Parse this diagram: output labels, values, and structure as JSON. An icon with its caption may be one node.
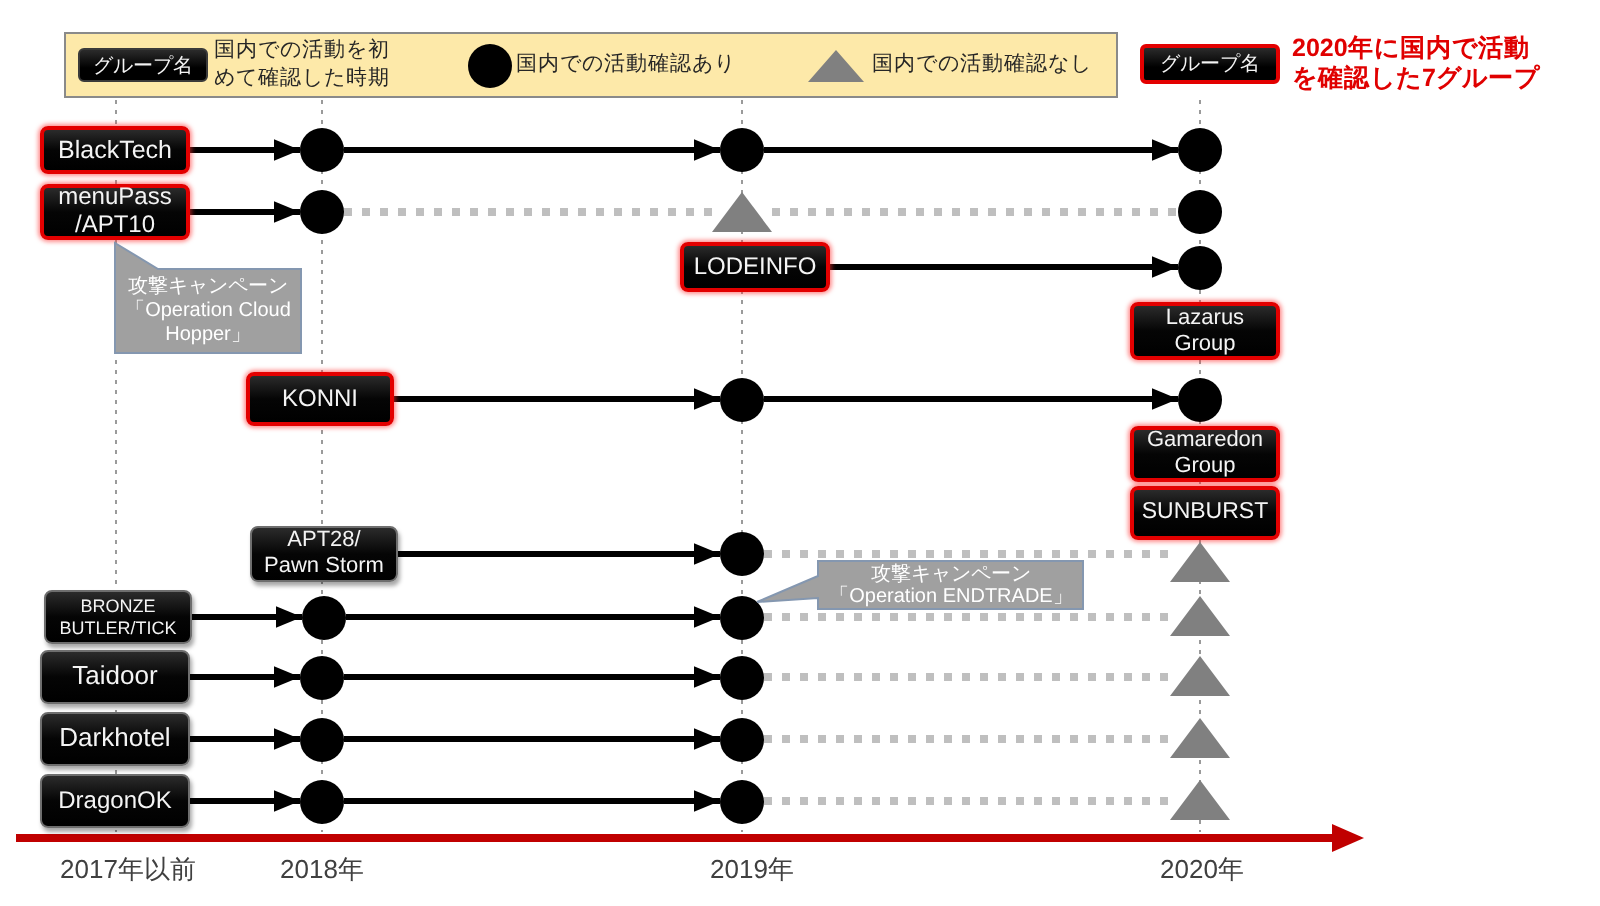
{
  "diagram": {
    "nodes": [
      {
        "text": [
          "BlackTech"
        ]
      },
      {
        "text": [],
        "shape": "circle"
      },
      {
        "text": [],
        "shape": "circle"
      },
      {
        "text": [],
        "shape": "circle"
      },
      {
        "text": [
          "menuPass /APT10"
        ]
      },
      {
        "text": [],
        "shape": "circle"
      },
      {
        "text": [],
        "shape": "triangle"
      },
      {
        "text": [],
        "shape": "circle"
      },
      {
        "text": [
          "攻撃キャンペーン「Operation Cloud Hopper」"
        ]
      },
      {
        "text": [
          "LODEINFO"
        ]
      },
      {
        "text": [],
        "shape": "circle"
      },
      {
        "text": [
          "Lazarus Group"
        ]
      },
      {
        "text": [
          "KONNI"
        ]
      },
      {
        "text": [],
        "shape": "circle"
      },
      {
        "text": [],
        "shape": "circle"
      },
      {
        "text": [
          "Gamaredon Group"
        ]
      },
      {
        "text": [
          "SUNBURST"
        ]
      },
      {
        "text": [
          "APT28/ Pawn Storm"
        ]
      },
      {
        "text": [],
        "shape": "circle"
      },
      {
        "text": [],
        "shape": "triangle"
      },
      {
        "text": [
          "BRONZE BUTLER/TICK"
        ]
      },
      {
        "text": [],
        "shape": "circle"
      },
      {
        "text": [],
        "shape": "circle"
      },
      {
        "text": [
          "攻撃キャンペーン「Operation ENDTRADE」"
        ]
      },
      {
        "text": [],
        "shape": "triangle"
      },
      {
        "text": [
          "Taidoor"
        ]
      },
      {
        "text": [],
        "shape": "circle"
      },
      {
        "text": [],
        "shape": "circle"
      },
      {
        "text": [],
        "shape": "triangle"
      },
      {
        "text": [
          "Darkhotel"
        ]
      },
      {
        "text": [],
        "shape": "circle"
      },
      {
        "text": [],
        "shape": "circle"
      },
      {
        "text": [],
        "shape": "triangle"
      },
      {
        "text": [
          "DragonOK"
        ]
      },
      {
        "text": [],
        "shape": "circle"
      },
      {
        "text": [],
        "shape": "circle"
      },
      {
        "text": [],
        "shape": "triangle"
      }
    ],
    "edges": [
      {
        "from": 0,
        "to": 1,
        "arrow": "to"
      },
      {
        "from": 1,
        "to": 2,
        "arrow": "to"
      },
      {
        "from": 2,
        "to": 3,
        "arrow": "to"
      },
      {
        "from": 4,
        "to": 5,
        "arrow": "to"
      },
      {
        "from": 5,
        "to": 6,
        "arrow": "none",
        "style": "dashed",
        "color": "#bfbfbf"
      },
      {
        "from": 6,
        "to": 7,
        "arrow": "none",
        "style": "dashed",
        "color": "#bfbfbf"
      },
      {
        "from": 9,
        "to": 10,
        "arrow": "to"
      },
      {
        "from": 12,
        "to": 13,
        "arrow": "to"
      },
      {
        "from": 13,
        "to": 14,
        "arrow": "to"
      },
      {
        "from": 17,
        "to": 18,
        "arrow": "to"
      },
      {
        "from": 18,
        "to": 19,
        "arrow": "none",
        "style": "dashed",
        "color": "#bfbfbf"
      },
      {
        "from": 20,
        "to": 21,
        "arrow": "to"
      },
      {
        "from": 21,
        "to": 22,
        "arrow": "to"
      },
      {
        "from": 22,
        "to": 24,
        "arrow": "none",
        "style": "dashed",
        "color": "#bfbfbf"
      },
      {
        "from": 25,
        "to": 26,
        "arrow": "to"
      },
      {
        "from": 26,
        "to": 27,
        "arrow": "to"
      },
      {
        "from": 27,
        "to": 28,
        "arrow": "none",
        "style": "dashed",
        "color": "#bfbfbf"
      },
      {
        "from": 29,
        "to": 30,
        "arrow": "to"
      },
      {
        "from": 30,
        "to": 31,
        "arrow": "to"
      },
      {
        "from": 31,
        "to": 32,
        "arrow": "none",
        "style": "dashed",
        "color": "#bfbfbf"
      },
      {
        "from": 33,
        "to": 34,
        "arrow": "to"
      },
      {
        "from": 34,
        "to": 35,
        "arrow": "to"
      },
      {
        "from": 35,
        "to": 36,
        "arrow": "none",
        "style": "dashed",
        "color": "#bfbfbf"
      }
    ],
    "labels": [
      "グループ名",
      "グループ名",
      "2017年以前",
      "2018年",
      "2019年",
      "2020年"
    ],
    "legend": [
      {
        "text": "国内での活動を初めて確認した時期"
      },
      {
        "text": "国内での活動確認あり"
      },
      {
        "text": "国内での活動確認なし"
      },
      {
        "text": "2020年に国内で活動を確認した7グループ"
      }
    ]
  }
}
